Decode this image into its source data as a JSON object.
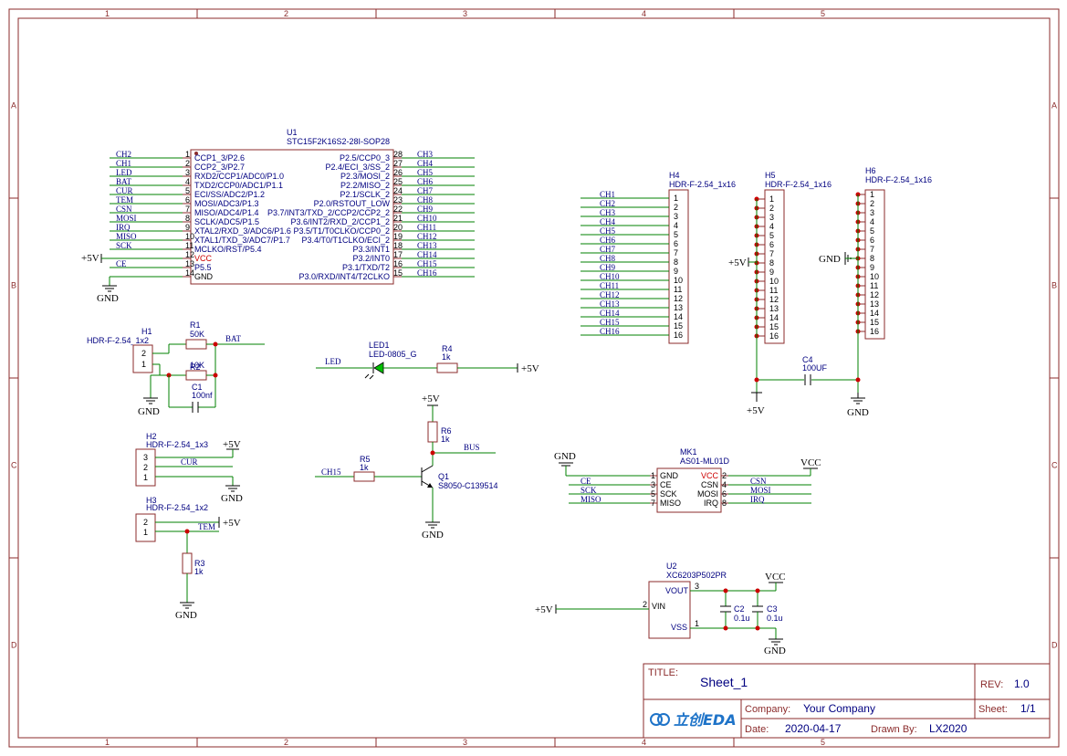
{
  "grid": {
    "cols": [
      "1",
      "2",
      "3",
      "4",
      "5"
    ],
    "rows": [
      "A",
      "B",
      "C",
      "D"
    ]
  },
  "u1": {
    "ref": "U1",
    "part": "STC15F2K16S2-28I-SOP28",
    "left_nets": [
      "CH2",
      "CH1",
      "LED",
      "BAT",
      "CUR",
      "TEM",
      "CSN",
      "MOSI",
      "IRQ",
      "MISO",
      "SCK",
      "",
      "CE",
      ""
    ],
    "left_pins": [
      "CCP1_3/P2.6",
      "CCP2_3/P2.7",
      "RXD2/CCP1/ADC0/P1.0",
      "TXD2/CCP0/ADC1/P1.1",
      "ECI/SS/ADC2/P1.2",
      "MOSI/ADC3/P1.3",
      "MISO/ADC4/P1.4",
      "SCLK/ADC5/P1.5",
      "XTAL2/RXD_3/ADC6/P1.6",
      "XTAL1/TXD_3/ADC7/P1.7",
      "MCLKO/RST/P5.4",
      "VCC",
      "P5.5",
      "GND"
    ],
    "right_pins": [
      "P2.5/CCP0_3",
      "P2.4/ECI_3/SS_2",
      "P2.3/MOSI_2",
      "P2.2/MISO_2",
      "P2.1/SCLK_2",
      "P2.0/RSTOUT_LOW",
      "P3.7/INT3/TXD_2/CCP2/CCP2_2",
      "P3.6/INT2/RXD_2/CCP1_2",
      "P3.5/T1/T0CLKO/CCP0_2",
      "P3.4/T0/T1CLKO/ECI_2",
      "P3.3/INT1",
      "P3.2/INT0",
      "P3.1/TXD/T2",
      "P3.0/RXD/INT4/T2CLKO"
    ],
    "right_nets": [
      "CH3",
      "CH4",
      "CH5",
      "CH6",
      "CH7",
      "CH8",
      "CH9",
      "CH10",
      "CH11",
      "CH12",
      "CH13",
      "CH14",
      "CH15",
      "CH16"
    ],
    "vcc_label": "+5V",
    "gnd_label": "GND"
  },
  "h4": {
    "ref": "H4",
    "part": "HDR-F-2.54_1x16",
    "nets": [
      "CH1",
      "CH2",
      "CH3",
      "CH4",
      "CH5",
      "CH6",
      "CH7",
      "CH8",
      "CH9",
      "CH10",
      "CH11",
      "CH12",
      "CH13",
      "CH14",
      "CH15",
      "CH16"
    ]
  },
  "h5": {
    "ref": "H5",
    "part": "HDR-F-2.54_1x16",
    "power": "+5V",
    "bottom_power": "+5V"
  },
  "h6": {
    "ref": "H6",
    "part": "HDR-F-2.54_1x16",
    "gnd": "GND",
    "bottom_gnd": "GND"
  },
  "c4": {
    "ref": "C4",
    "value": "100UF"
  },
  "pin_numbers": [
    "1",
    "2",
    "3",
    "4",
    "5",
    "6",
    "7",
    "8",
    "9",
    "10",
    "11",
    "12",
    "13",
    "14",
    "15",
    "16"
  ],
  "h1": {
    "ref": "H1",
    "part": "HDR-F-2.54_1x2",
    "net": "BAT",
    "gnd": "GND"
  },
  "r1": {
    "ref": "R1",
    "value": "50K"
  },
  "r2": {
    "ref": "R2",
    "value": "10K"
  },
  "c1": {
    "ref": "C1",
    "value": "100nf"
  },
  "led1": {
    "ref": "LED1",
    "part": "LED-0805_G",
    "net": "LED"
  },
  "r4": {
    "ref": "R4",
    "value": "1k",
    "power": "+5V"
  },
  "q1": {
    "ref": "Q1",
    "part": "S8050-C139514",
    "net_in": "CH15",
    "net_out": "BUS",
    "power": "+5V",
    "gnd": "GND"
  },
  "r5": {
    "ref": "R5",
    "value": "1k"
  },
  "r6": {
    "ref": "R6",
    "value": "1k"
  },
  "h2": {
    "ref": "H2",
    "part": "HDR-F-2.54_1x3",
    "net": "CUR",
    "power": "+5V",
    "gnd": "GND"
  },
  "h3": {
    "ref": "H3",
    "part": "HDR-F-2.54_1x2",
    "net": "TEM",
    "power": "+5V",
    "gnd": "GND"
  },
  "r3": {
    "ref": "R3",
    "value": "1k"
  },
  "mk1": {
    "ref": "MK1",
    "part": "AS01-ML01D",
    "left_pins": [
      "GND",
      "CE",
      "SCK",
      "MISO"
    ],
    "left_nums": [
      "1",
      "3",
      "5",
      "7"
    ],
    "right_pins": [
      "VCC",
      "CSN",
      "MOSI",
      "IRQ"
    ],
    "right_nums": [
      "2",
      "4",
      "6",
      "8"
    ],
    "left_nets": [
      "",
      "CE",
      "SCK",
      "MISO"
    ],
    "right_nets": [
      "",
      "CSN",
      "MOSI",
      "IRQ"
    ],
    "gnd": "GND",
    "vcc": "VCC"
  },
  "u2": {
    "ref": "U2",
    "part": "XC6203P502PR",
    "pin_vout": "VOUT",
    "pin_vin": "VIN",
    "pin_vss": "VSS",
    "num_vout": "3",
    "num_vin": "2",
    "num_vss": "1",
    "vin": "+5V",
    "vout": "VCC",
    "gnd": "GND"
  },
  "c2": {
    "ref": "C2",
    "value": "0.1u"
  },
  "c3": {
    "ref": "C3",
    "value": "0.1u"
  },
  "title_block": {
    "title_label": "TITLE:",
    "title": "Sheet_1",
    "rev_label": "REV:",
    "rev": "1.0",
    "company_label": "Company:",
    "company": "Your Company",
    "sheet_label": "Sheet:",
    "sheet": "1/1",
    "date_label": "Date:",
    "date": "2020-04-17",
    "drawn_label": "Drawn By:",
    "drawn": "LX2020",
    "logo": "立创EDA"
  },
  "colors": {
    "wire": "#008000",
    "frame": "#8b2b2b",
    "text": "#000080",
    "power": "#cc0000"
  }
}
